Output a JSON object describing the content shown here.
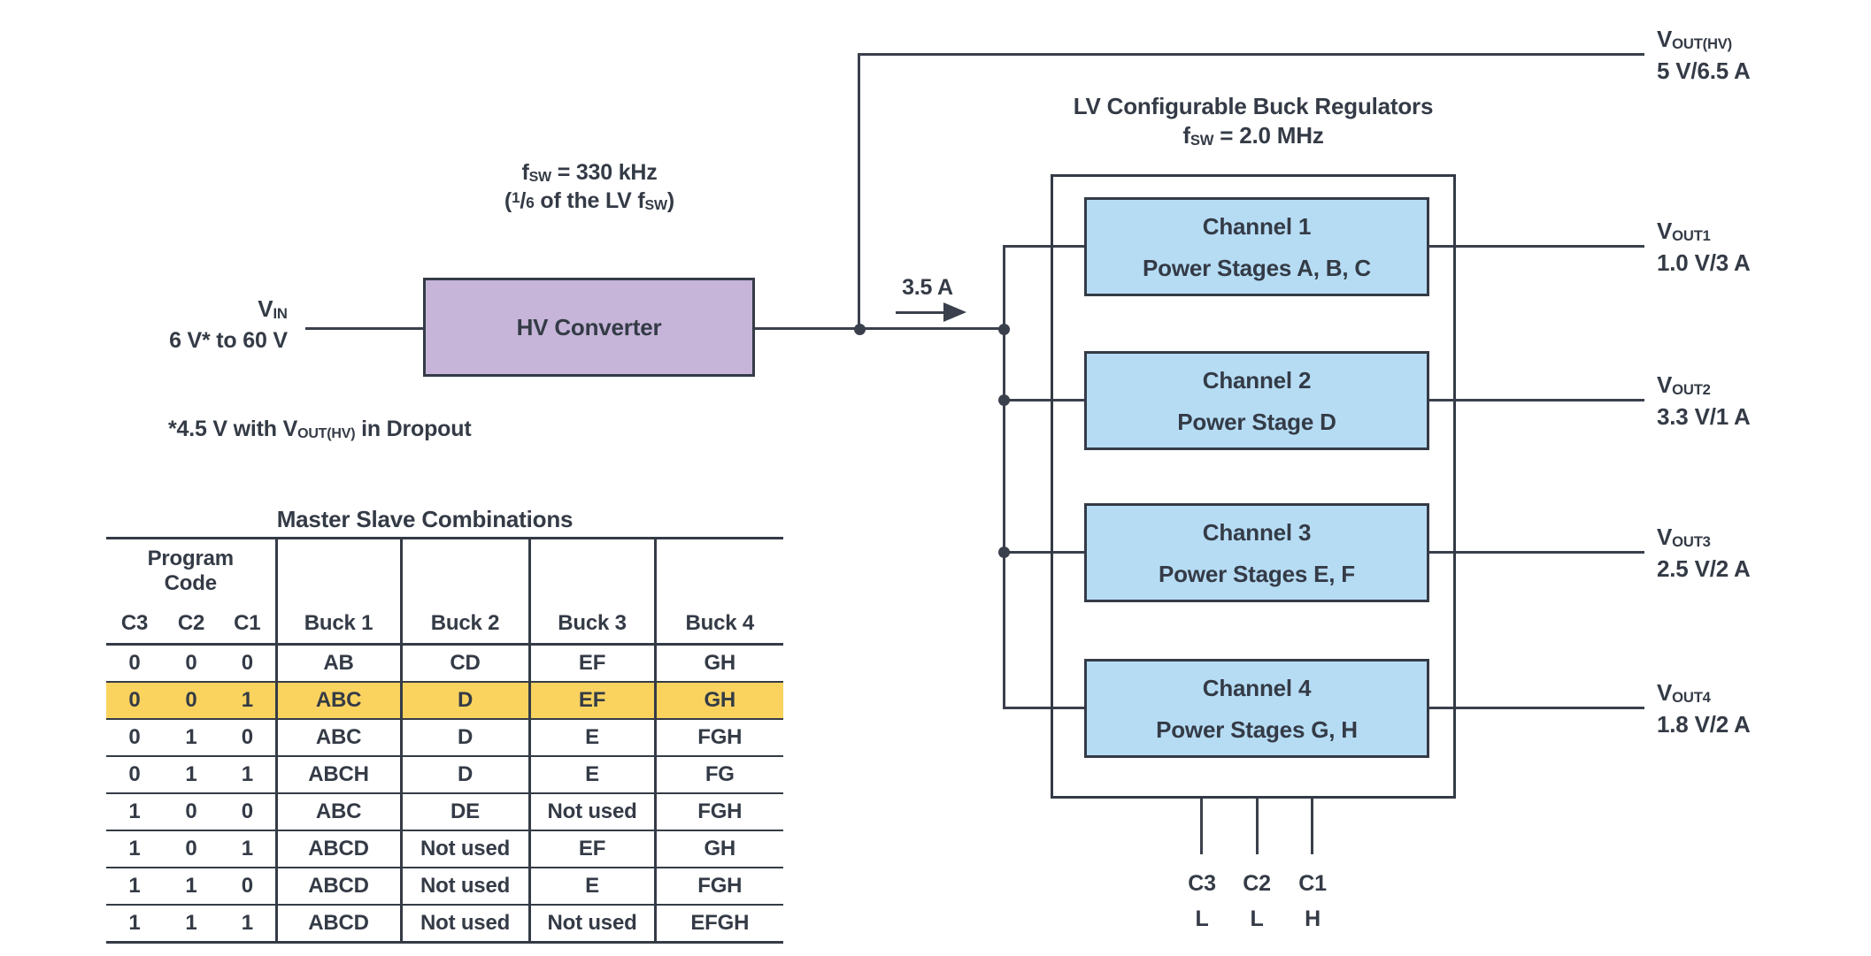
{
  "colors": {
    "wire": "#3A404C",
    "text": "#343B46",
    "hv_converter_fill": "#C6B5D9",
    "channel_fill": "#B6DCF4",
    "highlight_row": "#FAD35F",
    "background": "#FFFFFF"
  },
  "diagram": {
    "hv_note": {
      "f": "f",
      "f_sub": "SW",
      "line1_rest": " = 330 kHz",
      "line2_open": "(",
      "line2_num": "1",
      "line2_slash": "/",
      "line2_den": "6",
      "line2_mid": " of the LV ",
      "line2_f": "f",
      "line2_f_sub": "SW",
      "line2_close": ")"
    },
    "vin_label": {
      "v": "V",
      "v_sub": "IN",
      "range": "6 V* to 60 V"
    },
    "hv_converter_label": "HV Converter",
    "hv_current": "3.5 A",
    "lv_title": {
      "line1": "LV Configurable Buck Regulators",
      "f": "f",
      "f_sub": "SW",
      "line2_rest": " = 2.0 MHz"
    },
    "channels": [
      {
        "name": "Channel 1",
        "stages": "Power Stages A, B, C"
      },
      {
        "name": "Channel 2",
        "stages": "Power Stage D"
      },
      {
        "name": "Channel 3",
        "stages": "Power Stages E, F"
      },
      {
        "name": "Channel 4",
        "stages": "Power Stages G, H"
      }
    ],
    "outputs": {
      "hv": {
        "v": "V",
        "v_sub": "OUT(HV)",
        "rating": "5 V/6.5 A"
      },
      "ch1": {
        "v": "V",
        "v_sub": "OUT1",
        "rating": "1.0 V/3 A"
      },
      "ch2": {
        "v": "V",
        "v_sub": "OUT2",
        "rating": "3.3 V/1 A"
      },
      "ch3": {
        "v": "V",
        "v_sub": "OUT3",
        "rating": "2.5 V/2 A"
      },
      "ch4": {
        "v": "V",
        "v_sub": "OUT4",
        "rating": "1.8 V/2 A"
      }
    },
    "dropout_note": {
      "pre": "*4.5 V with ",
      "v": "V",
      "v_sub": "OUT(HV)",
      "post": " in Dropout"
    },
    "program_pins": {
      "labels": [
        "C3",
        "C2",
        "C1"
      ],
      "states": [
        "L",
        "L",
        "H"
      ]
    }
  },
  "table": {
    "title": "Master Slave Combinations",
    "group_header": {
      "line1": "Program",
      "line2": "Code"
    },
    "columns": [
      "C3",
      "C2",
      "C1",
      "Buck 1",
      "Buck 2",
      "Buck 3",
      "Buck 4"
    ],
    "rows": [
      {
        "c3": "0",
        "c2": "0",
        "c1": "0",
        "buck1": "AB",
        "buck2": "CD",
        "buck3": "EF",
        "buck4": "GH",
        "highlight": false
      },
      {
        "c3": "0",
        "c2": "0",
        "c1": "1",
        "buck1": "ABC",
        "buck2": "D",
        "buck3": "EF",
        "buck4": "GH",
        "highlight": true
      },
      {
        "c3": "0",
        "c2": "1",
        "c1": "0",
        "buck1": "ABC",
        "buck2": "D",
        "buck3": "E",
        "buck4": "FGH",
        "highlight": false
      },
      {
        "c3": "0",
        "c2": "1",
        "c1": "1",
        "buck1": "ABCH",
        "buck2": "D",
        "buck3": "E",
        "buck4": "FG",
        "highlight": false
      },
      {
        "c3": "1",
        "c2": "0",
        "c1": "0",
        "buck1": "ABC",
        "buck2": "DE",
        "buck3": "Not used",
        "buck4": "FGH",
        "highlight": false
      },
      {
        "c3": "1",
        "c2": "0",
        "c1": "1",
        "buck1": "ABCD",
        "buck2": "Not used",
        "buck3": "EF",
        "buck4": "GH",
        "highlight": false
      },
      {
        "c3": "1",
        "c2": "1",
        "c1": "0",
        "buck1": "ABCD",
        "buck2": "Not used",
        "buck3": "E",
        "buck4": "FGH",
        "highlight": false
      },
      {
        "c3": "1",
        "c2": "1",
        "c1": "1",
        "buck1": "ABCD",
        "buck2": "Not used",
        "buck3": "Not used",
        "buck4": "EFGH",
        "highlight": false
      }
    ]
  }
}
